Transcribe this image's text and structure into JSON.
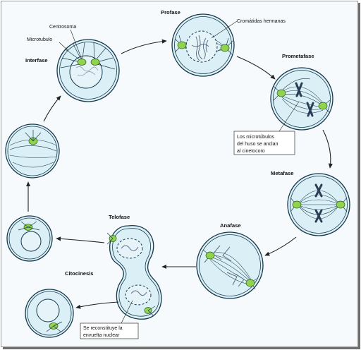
{
  "stages": {
    "interfase": "Interfase",
    "profase": "Profase",
    "prometafase": "Prometafase",
    "metafase": "Metafase",
    "anafase": "Anafase",
    "telofase": "Telofase",
    "citocinesis": "Citocinesis"
  },
  "labels": {
    "centrosoma": "Centrosoma",
    "microtubulo": "Microtubulo",
    "cromatidas": "Cromátidas hermanas"
  },
  "notes": {
    "microtubulos": [
      "Los microtúbulos",
      "del huso se anclan",
      "al cinetocoro"
    ],
    "envoltura": [
      "Se reconstituye la",
      "envuelta nuclear"
    ]
  },
  "colors": {
    "cell_fill": "#dbeff7",
    "centrosome": "#8fd34e",
    "outline": "#16394b"
  }
}
